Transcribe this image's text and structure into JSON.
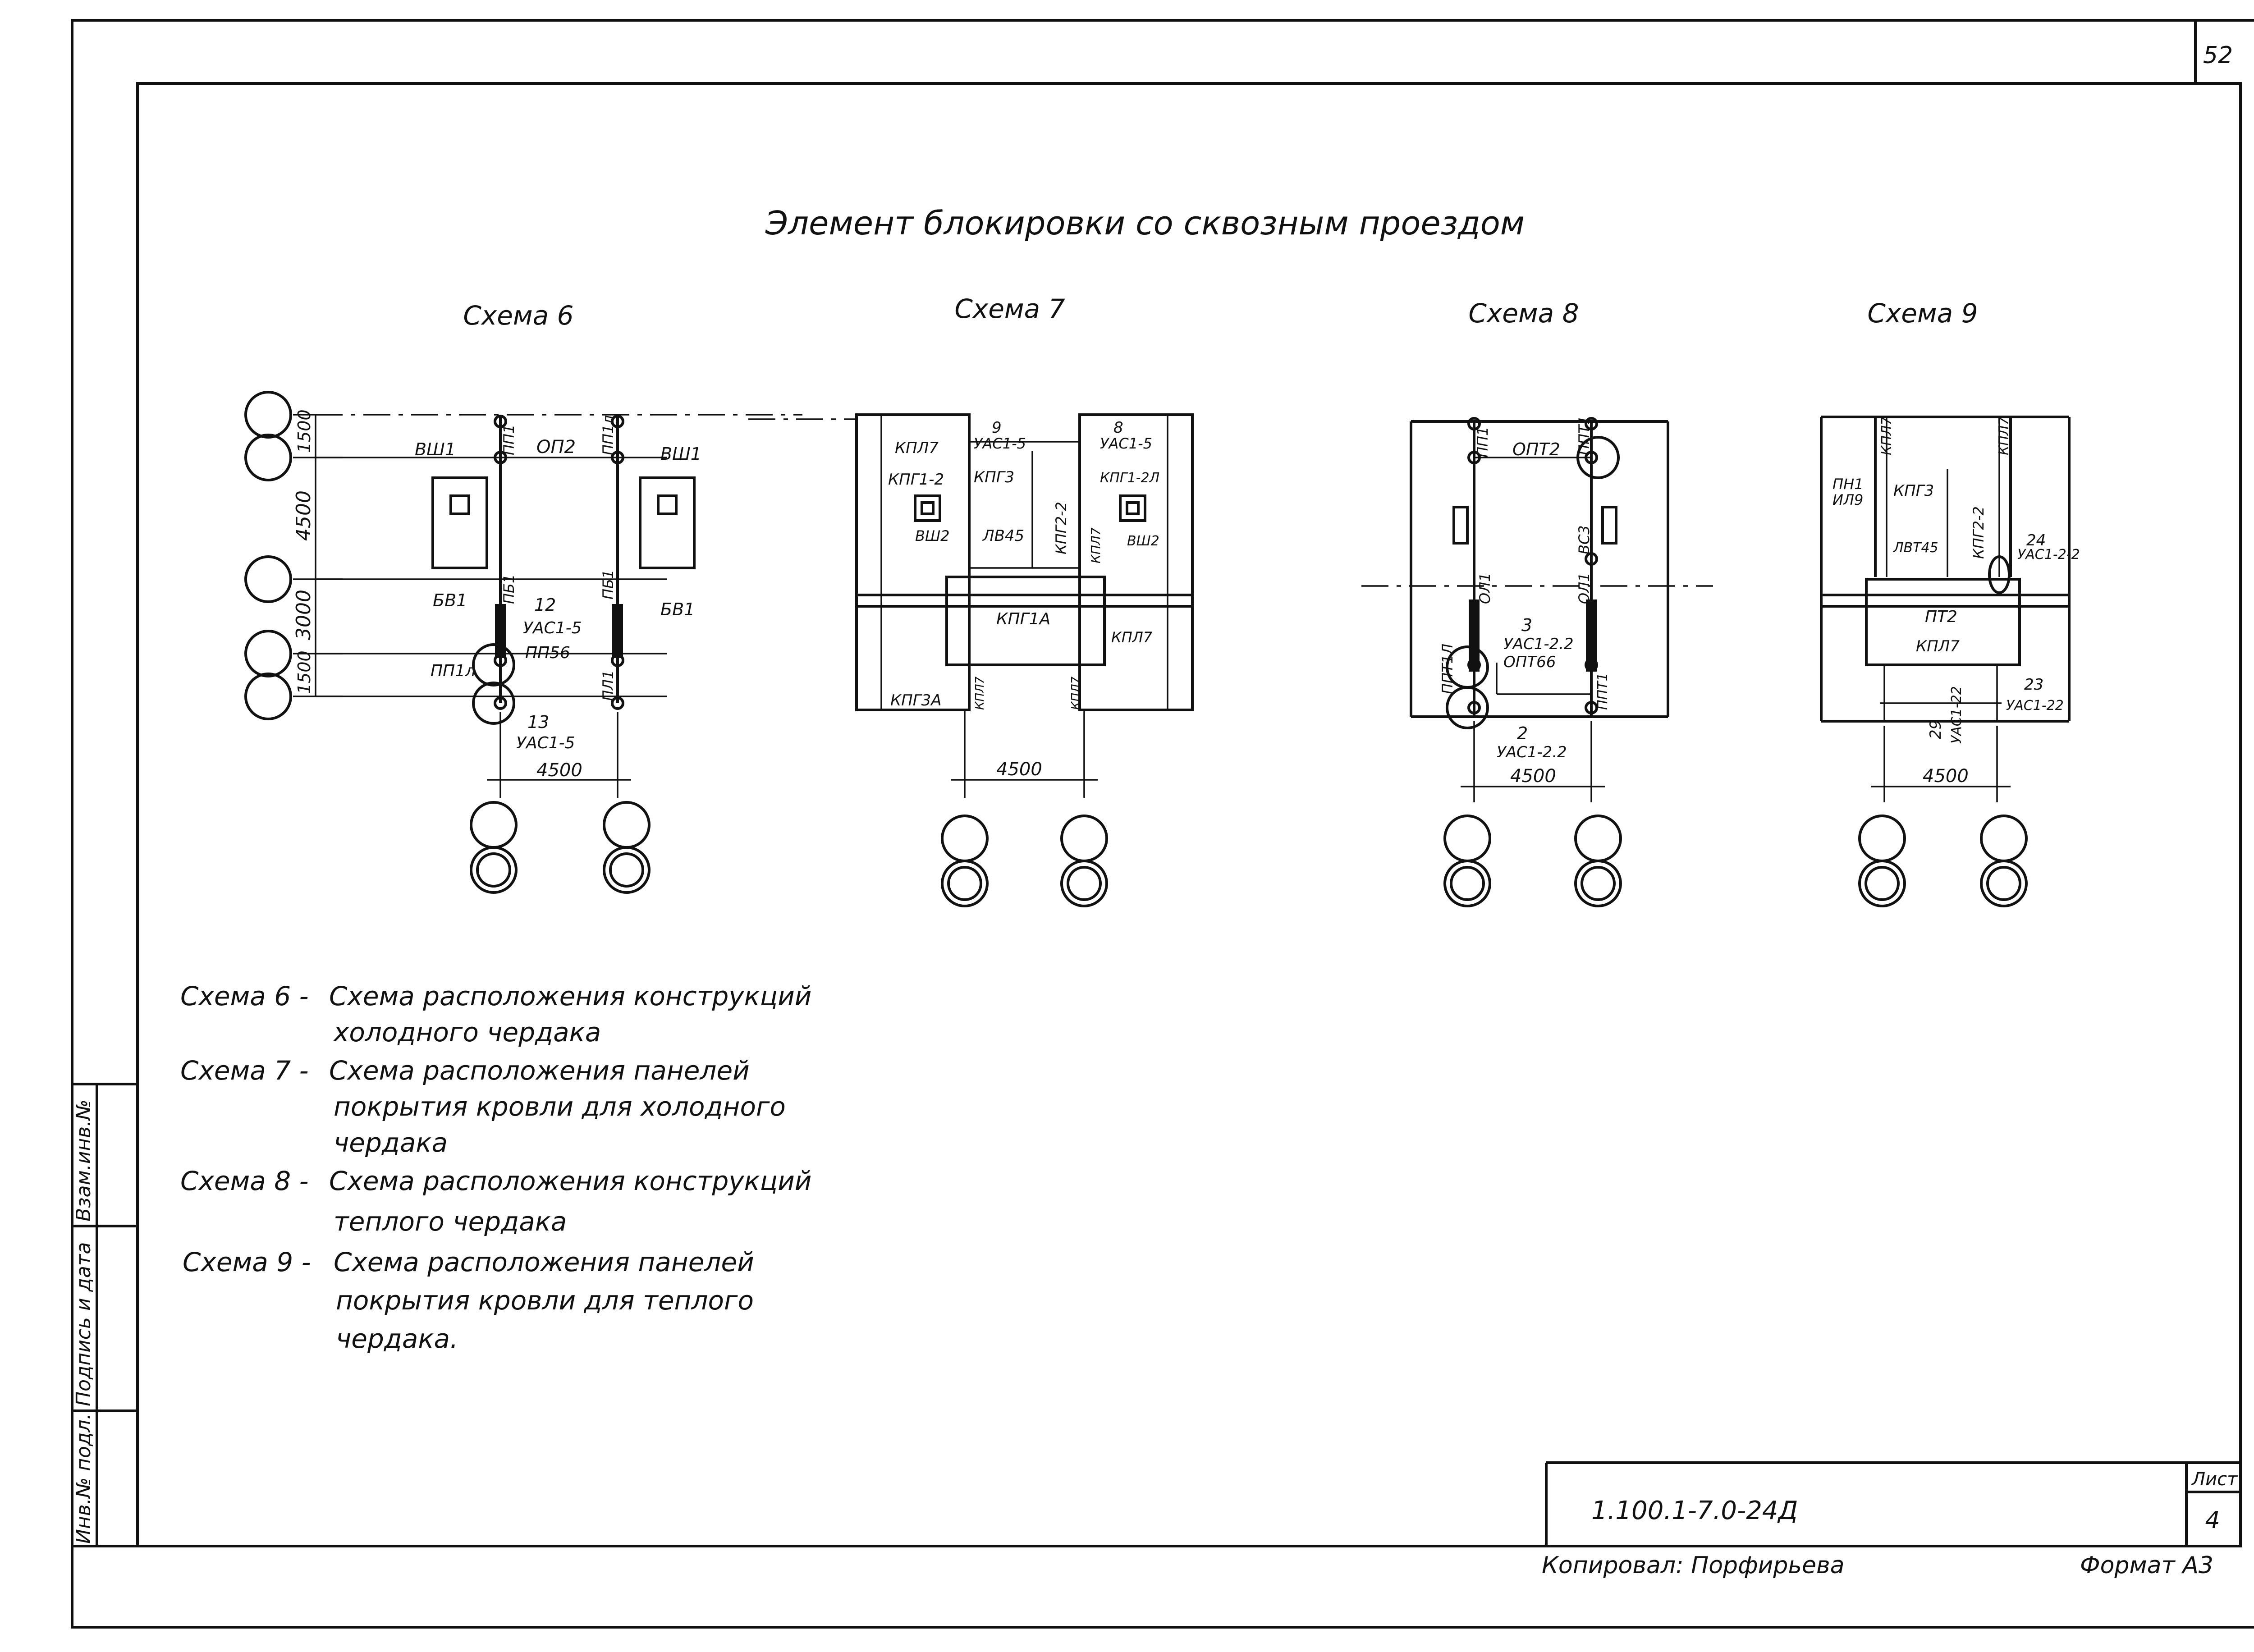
{
  "sheet_number_top": "52",
  "title": "Элемент блокировки со сквозным проездом",
  "schemes": [
    {
      "name": "Схема 6",
      "labels": {
        "a": "ВШ1",
        "b": "ОП2",
        "c": "ВШ1",
        "d": "ПП1",
        "e": "ПП1л",
        "f": "ПБ1",
        "g": "ПБ1",
        "h": "БВ1",
        "i": "БВ1",
        "j": "12",
        "k": "УАС1-5",
        "l": "ПП56",
        "m": "ПП1л",
        "n": "ПЛ1",
        "o": "13",
        "p": "УАС1-5",
        "q": "4500"
      },
      "dims": [
        "1500",
        "4500",
        "3000",
        "1500"
      ]
    },
    {
      "name": "Схема 7",
      "labels": {
        "a": "КПЛ7",
        "b": "9",
        "c": "УАС1-5",
        "d": "8",
        "e": "УАС1-5",
        "f": "КПГ1-2",
        "g": "КПГ3",
        "h": "КПГ2-2",
        "i": "КПГ1-2Л",
        "j": "ВШ2",
        "k": "ЛВ45",
        "l": "КПЛ7",
        "m": "ВШ2",
        "n": "КПГ1А",
        "o": "КПЛ7",
        "p": "КПГ3А",
        "q": "КПЛ7",
        "r": "КПЛ7",
        "s": "4500"
      }
    },
    {
      "name": "Схема 8",
      "labels": {
        "a": "ПП1",
        "b": "ОПТ2",
        "c": "ППТ1",
        "d": "ВС3",
        "e": "ОЛ1",
        "f": "ОЛ1",
        "g": "3",
        "h": "УАС1-2.2",
        "i": "ОПТ66",
        "j": "ППТ1Л",
        "k": "ППТ1",
        "l": "2",
        "m": "УАС1-2.2",
        "n": "4500"
      }
    },
    {
      "name": "Схема 9",
      "labels": {
        "a": "КПЛ7",
        "b": "КПЛ7",
        "c": "ПН1",
        "d": "ИЛ9",
        "e": "КПГ3",
        "f": "КПГ2-2",
        "g": "ЛВТ45",
        "h": "24",
        "i": "УАС1-2-2",
        "j": "ПТ2",
        "k": "КПЛ7",
        "l": "23",
        "m": "УАС1-22",
        "n": "29",
        "o": "УАС1-22",
        "p": "4500"
      }
    }
  ],
  "legend": [
    {
      "key": "Схема 6 -",
      "lines": [
        "Схема расположения конструкций",
        "холодного чердака"
      ]
    },
    {
      "key": "Схема 7 -",
      "lines": [
        "Схема расположения панелей",
        "покрытия кровли для холодного",
        "чердака"
      ]
    },
    {
      "key": "Схема 8 -",
      "lines": [
        "Схема расположения конструкций",
        "теплого чердака"
      ]
    },
    {
      "key": "Схема 9 -",
      "lines": [
        "Схема расположения панелей",
        "покрытия кровли для теплого",
        "чердака."
      ]
    }
  ],
  "side_stamp": [
    "Инв.№ подл.",
    "Подпись и дата",
    "Взам.инв.№"
  ],
  "titleblock": {
    "doc_code": "1.100.1-7.0-24Д",
    "sheet_label": "Лист",
    "sheet_value": "4",
    "copied_by": "Копировал: Порфирьева",
    "format": "Формат А3"
  }
}
